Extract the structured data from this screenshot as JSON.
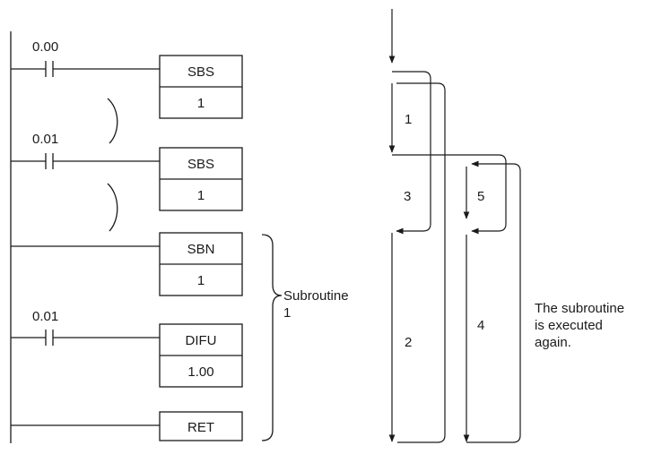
{
  "ladder": {
    "rungs": [
      {
        "contact": "0.00",
        "box_top": "SBS",
        "box_bottom": "1"
      },
      {
        "contact": "0.01",
        "box_top": "SBS",
        "box_bottom": "1"
      },
      {
        "contact": "",
        "box_top": "SBN",
        "box_bottom": "1"
      },
      {
        "contact": "0.01",
        "box_top": "DIFU",
        "box_bottom": "1.00"
      },
      {
        "contact": "",
        "box_top": "RET",
        "box_bottom": ""
      }
    ],
    "brace_label_line1": "Subroutine",
    "brace_label_line2": "1"
  },
  "flow": {
    "step_labels": [
      "1",
      "3",
      "5",
      "2",
      "4"
    ],
    "note_lines": [
      "The subroutine",
      "is executed",
      "again."
    ]
  },
  "colors": {
    "line": "#1a1a1a",
    "background": "#ffffff"
  }
}
